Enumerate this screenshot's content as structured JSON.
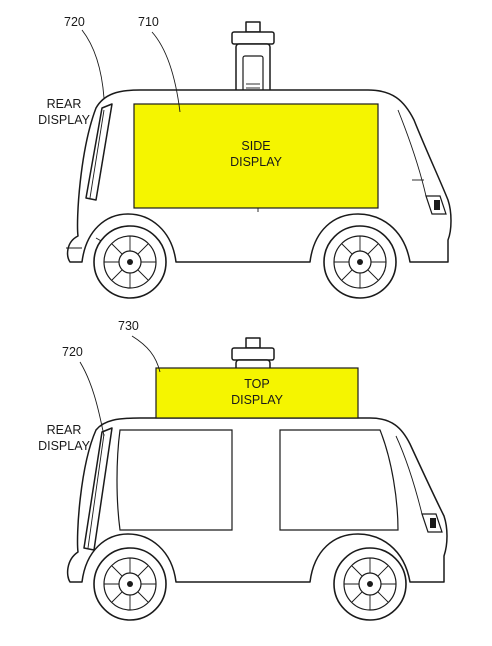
{
  "figure_top": {
    "ref_rear": "720",
    "ref_side": "710",
    "rear_label_line1": "REAR",
    "rear_label_line2": "DISPLAY",
    "display_line1": "SIDE",
    "display_line2": "DISPLAY"
  },
  "figure_bottom": {
    "ref_top": "730",
    "ref_rear": "720",
    "rear_label_line1": "REAR",
    "rear_label_line2": "DISPLAY",
    "display_line1": "TOP",
    "display_line2": "DISPLAY"
  },
  "colors": {
    "display_highlight": "#f5f500",
    "line": "#1a1a1a",
    "background": "#ffffff"
  }
}
